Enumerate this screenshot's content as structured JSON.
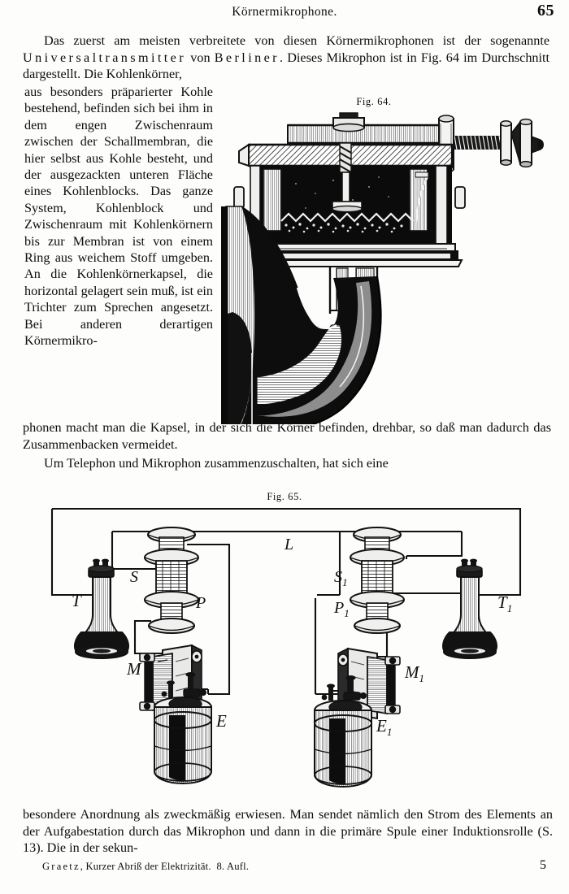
{
  "page": {
    "running_head": "Körnermikrophone.",
    "folio": "65"
  },
  "body": {
    "paragraph_opening_part1": "Das zuerst am meisten verbreitete von diesen Körnermikrophonen ist der sogenannte ",
    "paragraph_opening_spaced1": "Universaltransmitter",
    "paragraph_opening_part2": " von ",
    "paragraph_opening_spaced2": "Berliner",
    "paragraph_opening_part3": ". Dieses Mikrophon ist in Fig. 64 im Durchschnitt dargestellt. Die Kohlenkörner,",
    "paragraph_column": "aus besonders präparierter Kohle bestehend, befinden sich bei ihm in dem engen Zwischenraum zwischen der Schallmembran, die hier selbst aus Kohle besteht, und der ausgezackten unteren Fläche eines Kohlenblocks. Das ganze System, Kohlenblock und Zwischenraum mit Kohlenkörnern bis zur Membran ist von einem Ring aus weichem Stoff umgeben. An die Kohlenkörnerkapsel, die horizontal gelagert sein muß, ist ein Trichter zum Sprechen angesetzt. Bei anderen derartigen Körnermikro-",
    "paragraph_resume": "phonen macht man die Kapsel, in der sich die Körner befinden, drehbar, so daß man dadurch das Zusammenbacken vermeidet.",
    "paragraph_um": "Um Telephon und Mikrophon zusammenzuschalten, hat sich eine",
    "paragraph_bottom": "besondere Anordnung als zweckmäßig erwiesen. Man sendet nämlich den Strom des Elements an der Aufgabestation durch das Mikrophon und dann in die primäre Spule einer Induktionsrolle (S. 13). Die in der sekun-"
  },
  "figures": {
    "fig64": {
      "caption": "Fig. 64.",
      "description": "Berliner Universaltransmitter, Kohlenkörnermikrophon im Durchschnitt mit Trichter"
    },
    "fig65": {
      "caption": "Fig. 65.",
      "description": "Schaltung von Telephon und Mikrophon an zwei Stationen",
      "labels": {
        "line": "L",
        "telephone_left": "T",
        "telephone_right": "T₁",
        "secondary_left": "S",
        "secondary_right": "S₁",
        "primary_left": "P",
        "primary_right": "P₁",
        "microphone_left": "M",
        "microphone_right": "M₁",
        "element_left": "E",
        "element_right": "E₁"
      }
    }
  },
  "footer": {
    "author": "Graetz",
    "title": ", Kurzer Abriß der Elektrizität.",
    "edition": "8. Aufl.",
    "signature": "5"
  },
  "colors": {
    "paper": "#fdfdfb",
    "ink": "#101010"
  }
}
